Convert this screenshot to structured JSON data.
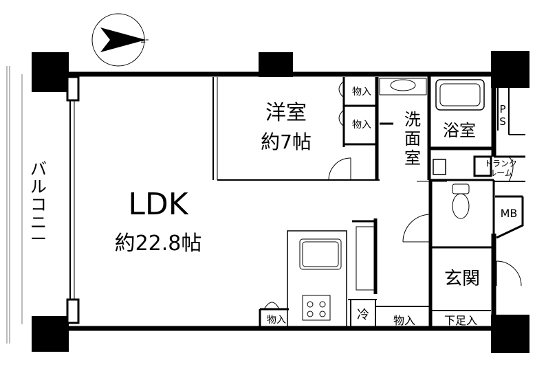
{
  "rooms": {
    "ldk_name": "LDK",
    "ldk_size": "約22.8帖",
    "western_name": "洋室",
    "western_size": "約7帖",
    "washroom": [
      "洗",
      "面",
      "室"
    ],
    "bathroom": "浴室",
    "entrance": "玄関"
  },
  "storage": {
    "closet_upper": "物入",
    "closet_lower": "物入",
    "closet_kitchen": "物入",
    "closet_hall": "物入",
    "shoe_closet": "下足入",
    "trunk_room_line1": "トランク",
    "trunk_room_line2": "ルーム",
    "meter_box": "MB",
    "pipe_space": [
      "P",
      "S"
    ],
    "refrigerator": "冷"
  },
  "balcony": [
    "バ",
    "ル",
    "コ",
    "ニ",
    "ー"
  ],
  "compass": {
    "icon": "north-arrow-icon"
  }
}
